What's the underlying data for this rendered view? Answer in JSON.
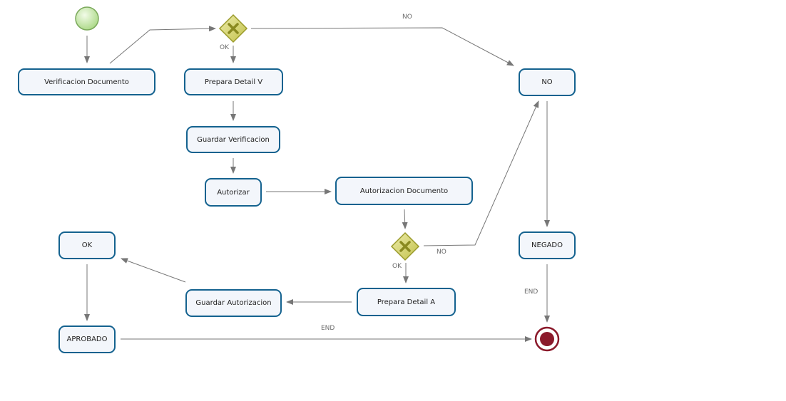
{
  "colors": {
    "task_border": "#14628f",
    "task_fill": "#f3f6fb",
    "edge": "#777777",
    "gateway_fill": "#d5d46e",
    "gateway_border": "#9a9a2a",
    "start_fill": "#c5e8a4",
    "start_border": "#7aa85a",
    "end_fill": "#8b1a2b",
    "end_border": "#8b1a2b"
  },
  "tasks": {
    "verificacion_documento": "Verificacion Documento",
    "prepara_detail_v": "Prepara Detail V",
    "guardar_verificacion": "Guardar Verificacion",
    "autorizar": "Autorizar",
    "autorizacion_documento": "Autorizacion Documento",
    "prepara_detail_a": "Prepara Detail A",
    "guardar_autorizacion": "Guardar Autorizacion",
    "ok": "OK",
    "aprobado": "APROBADO",
    "no": "NO",
    "negado": "NEGADO"
  },
  "labels": {
    "gw1_no": "NO",
    "gw1_ok": "OK",
    "gw2_no": "NO",
    "gw2_ok": "OK",
    "negado_end": "END",
    "aprobado_end": "END"
  }
}
